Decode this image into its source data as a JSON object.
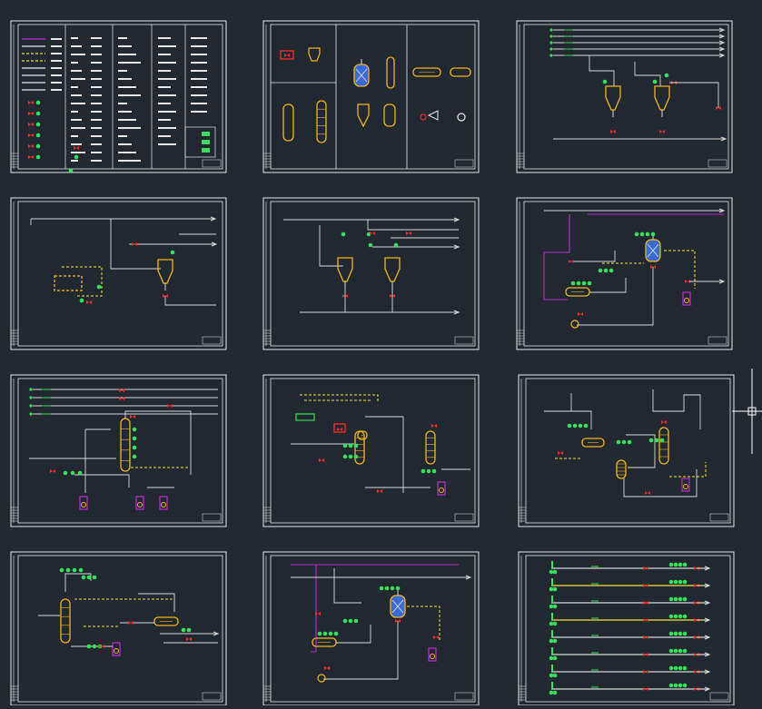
{
  "app": {
    "title": "",
    "background": "#212830"
  },
  "colors": {
    "frame": "#e8e8e8",
    "pipe": "#d9d9d9",
    "vessel": "#f2b51e",
    "valve": "#ff2a2a",
    "instrument": "#36e05a",
    "signal": "#f2e33a",
    "utility": "#c02ad6",
    "blue": "#3a6bd6",
    "cursor": "#ffffff"
  },
  "sheets": [
    {
      "id": "legend",
      "kind": "legend"
    },
    {
      "id": "equipment",
      "kind": "equipment"
    },
    {
      "id": "dual-cyclone-a",
      "kind": "dual-cyclone"
    },
    {
      "id": "heater-cyclone",
      "kind": "heater-cyclone"
    },
    {
      "id": "dual-cyclone-b",
      "kind": "dual-cyclone-b"
    },
    {
      "id": "reactor-loop-a",
      "kind": "reactor-loop"
    },
    {
      "id": "column-system",
      "kind": "column-system"
    },
    {
      "id": "exchanger-system",
      "kind": "exchanger-system"
    },
    {
      "id": "exchanger-loop",
      "kind": "exchanger-loop"
    },
    {
      "id": "column-pump",
      "kind": "column-pump"
    },
    {
      "id": "reactor-loop-b",
      "kind": "reactor-loop-b"
    },
    {
      "id": "manifold",
      "kind": "manifold"
    }
  ]
}
